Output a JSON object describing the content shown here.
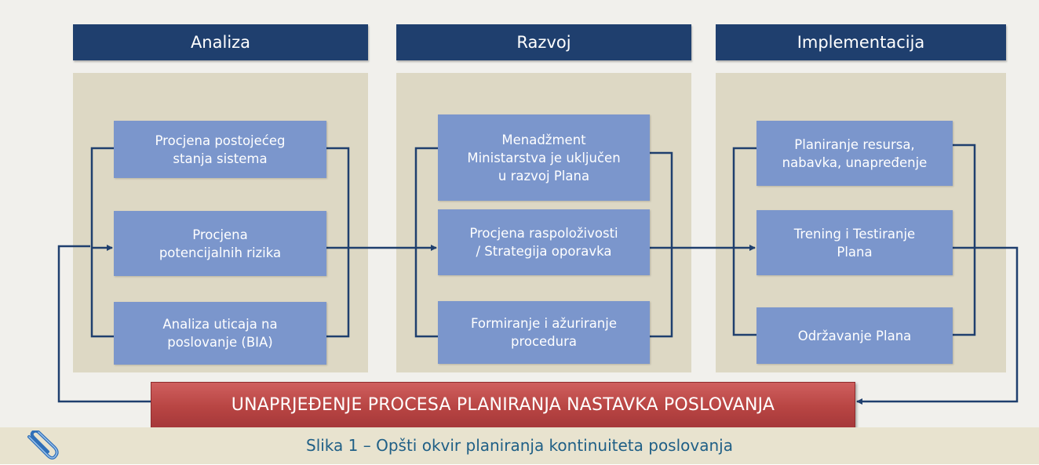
{
  "columns": [
    {
      "header": "Analiza",
      "boxes": [
        "Procjena postojećeg\nstanja sistema",
        "Procjena\npotencijalnih rizika",
        "Analiza uticaja na\nposlovanje (BIA)"
      ]
    },
    {
      "header": "Razvoj",
      "boxes": [
        "Menadžment\nMinistarstva je uključen\nu razvoj Plana",
        "Procjena raspoloživosti\n/ Strategija oporavka",
        "Formiranje i ažuriranje\nprocedura"
      ]
    },
    {
      "header": "Implementacija",
      "boxes": [
        "Planiranje resursa,\nnabavka, unapređenje",
        "Trening i Testiranje\nPlana",
        "Održavanje Plana"
      ]
    }
  ],
  "feedback_label": "UNAPRJEĐENJE PROCESA PLANIRANJA NASTAVKA POSLOVANJA",
  "caption": "Slika 1 – Opšti okvir planiranja kontinuiteta poslovanja",
  "colors": {
    "header": "#1f3f6e",
    "panel": "#ddd8c4",
    "box": "#7b96cc",
    "connector": "#1f3f6e",
    "feedback_bar": "#b84543",
    "caption_text": "#1f5f86"
  },
  "icons": {
    "caption": "paperclip-icon"
  }
}
